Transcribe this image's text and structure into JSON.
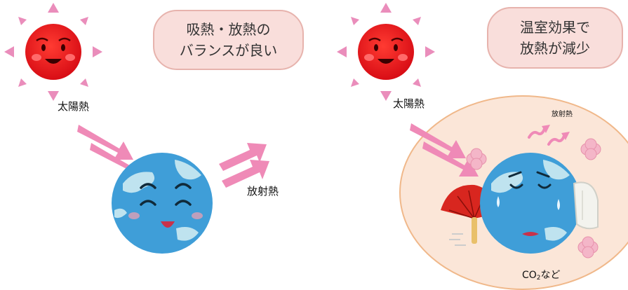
{
  "left_panel": {
    "bubble_text": "吸熱・放熱の\nバランスが良い",
    "sun_heat_label": "太陽熱",
    "radiated_heat_label": "放射熱"
  },
  "right_panel": {
    "bubble_text": "温室効果で\n放熱が減少",
    "sun_heat_label": "太陽熱",
    "radiated_heat_label": "放射熱",
    "gas_label_prefix": "CO",
    "gas_label_subscript": "2",
    "gas_label_suffix": "など"
  },
  "colors": {
    "sun": "#e8141c",
    "sun_rays": "#ea8dbb",
    "arrows": "#ef8ab7",
    "earth_ocean": "#3f9ed8",
    "earth_land": "#bfe3ef",
    "bubble_fill": "#f9dedb",
    "bubble_border": "#e7b3ad",
    "atmosphere": "#fbe6d8",
    "atmosphere_border": "#f0b88a",
    "fan": "#d8261f"
  },
  "icons": {
    "left_sun": "happy-sun-icon",
    "left_earth": "smiling-earth-icon",
    "right_sun": "happy-sun-icon",
    "right_earth": "sweating-earth-icon",
    "fan": "hand-fan-icon",
    "towel": "towel-icon",
    "gas_particles": "gas-cloud-icon"
  }
}
